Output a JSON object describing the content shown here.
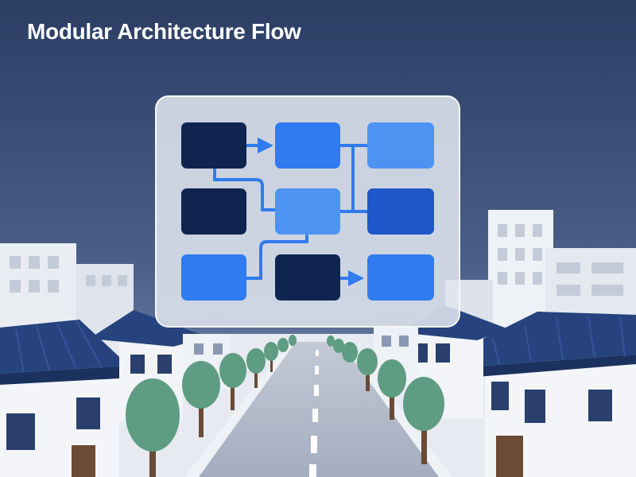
{
  "title": "Modular Architecture Flow",
  "colors": {
    "sky_top": "#2b3d63",
    "sky_bottom": "#6f84a8",
    "panel_bg": "#dfe5ee",
    "navy": "#0f2550",
    "blue": "#2f7bef",
    "light_blue": "#4d93f2",
    "royal": "#1f57c8",
    "arrow": "#2f7bef",
    "roof": "#26437e",
    "tree": "#5e9c84",
    "trunk": "#6b4a36",
    "road": "#aab3c4"
  },
  "diagram": {
    "nodes": [
      {
        "id": "a1",
        "shade": "navy"
      },
      {
        "id": "b1",
        "shade": "blue"
      },
      {
        "id": "c1",
        "shade": "light_blue"
      },
      {
        "id": "a2",
        "shade": "navy"
      },
      {
        "id": "b2",
        "shade": "light_blue"
      },
      {
        "id": "c2",
        "shade": "royal"
      },
      {
        "id": "a3",
        "shade": "blue"
      },
      {
        "id": "b3",
        "shade": "navy"
      },
      {
        "id": "c3",
        "shade": "blue"
      }
    ],
    "edges": [
      {
        "from": "a1",
        "to": "b1",
        "arrow": true
      },
      {
        "from": "a1",
        "to": "b2",
        "arrow": false
      },
      {
        "from": "b1",
        "to": "c1",
        "arrow": false
      },
      {
        "from": "b1",
        "to": "c2",
        "arrow": false
      },
      {
        "from": "a3",
        "to": "b2",
        "arrow": false
      },
      {
        "from": "b3",
        "to": "c3",
        "arrow": true
      }
    ]
  }
}
